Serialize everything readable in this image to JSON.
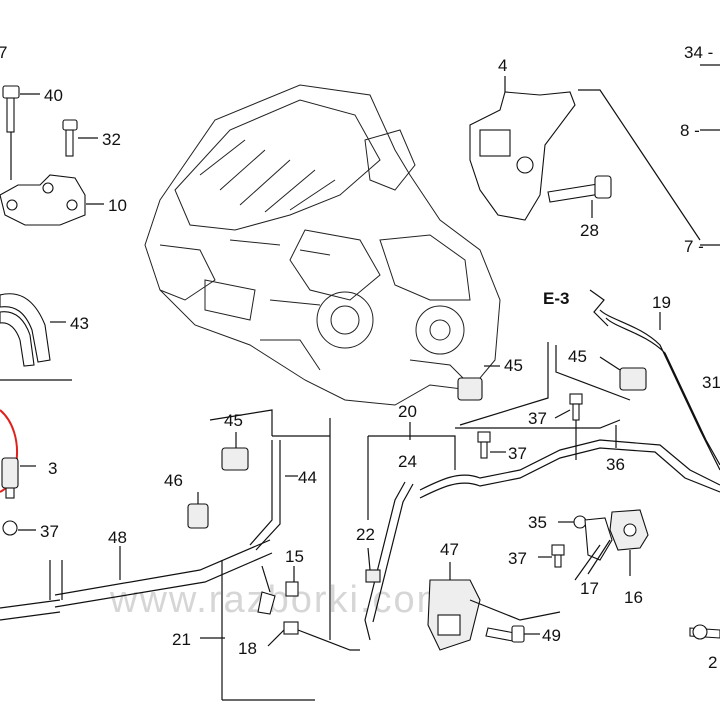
{
  "diagram": {
    "watermark": "www.razborki.com",
    "section_ref": "E-3",
    "part_numbers": {
      "p40": "40",
      "p32": "32",
      "p10": "10",
      "p43": "43",
      "p3": "3",
      "p37a": "37",
      "p48": "48",
      "p46": "46",
      "p45a": "45",
      "p44": "44",
      "p15": "15",
      "p21": "21",
      "p18": "18",
      "p4": "4",
      "p28": "28",
      "p34": "34 -",
      "p8": "8 -",
      "p7": "7 -",
      "p19": "19",
      "p45b": "45",
      "p45c": "45",
      "p31": "31",
      "p20": "20",
      "p24": "24",
      "p37b": "37",
      "p37c": "37",
      "p36": "36",
      "p22": "22",
      "p47": "47",
      "p49": "49",
      "p35": "35",
      "p37d": "37",
      "p17": "17",
      "p16": "16",
      "p2": "2",
      "ptop": "7"
    },
    "colors": {
      "line": "#111111",
      "highlight": "#e0201c",
      "watermark": "#d6d6d6"
    }
  }
}
